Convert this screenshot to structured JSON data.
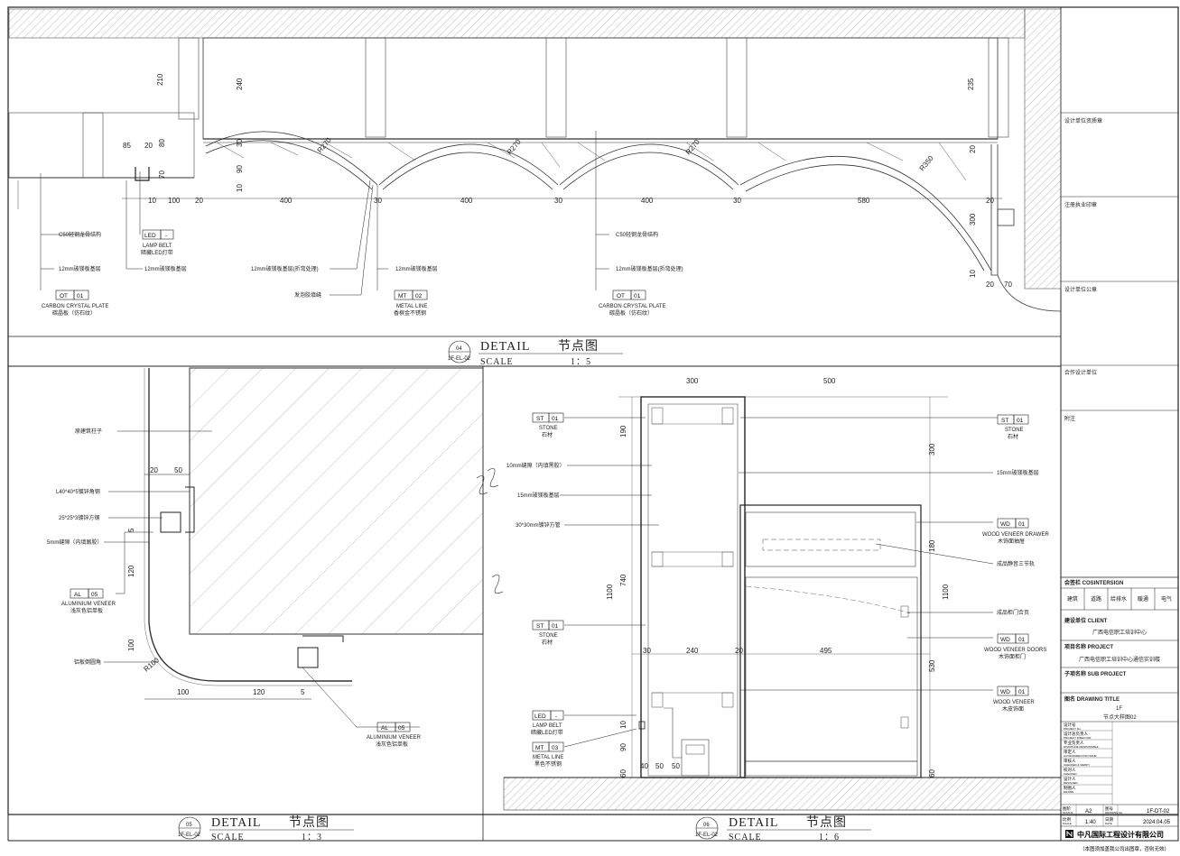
{
  "detail04": {
    "number": "04",
    "ref": "1F-EL-02",
    "title_en": "DETAIL",
    "title_cn": "节点图",
    "scale_label": "SCALE",
    "scale": "1：5",
    "dims_top": [
      "210",
      "240",
      "235"
    ],
    "dims_small": [
      "85",
      "20",
      "80",
      "70",
      "30",
      "90",
      "10",
      "10",
      "100",
      "20"
    ],
    "dims_spans": [
      "400",
      "30",
      "400",
      "30",
      "400",
      "30",
      "580",
      "20",
      "20",
      "70",
      "20",
      "10",
      "300"
    ],
    "radii": [
      "R270",
      "R270",
      "R270",
      "R350"
    ],
    "notes_left": [
      "C50轻钢龙骨结构",
      "12mm玻镁板基层"
    ],
    "tag_ot1": {
      "code": "OT",
      "num": "01",
      "name": "CARBON CRYSTAL PLATE",
      "cn": "碳晶板（仿石纹）"
    },
    "tag_led": {
      "code": "LED",
      "num": "-",
      "name": "LAMP BELT",
      "cn": "暗藏LED灯带"
    },
    "note_led_base": "12mm玻镁板基层",
    "note_bent1": "12mm玻镁板基层(折弯处理)",
    "note_foam": "发泡胶填缝",
    "note_base2": "12mm玻镁板基层",
    "tag_mt2": {
      "code": "MT",
      "num": "02",
      "name": "METAL LINE",
      "cn": "香槟金不锈钢"
    },
    "notes_mid": [
      "C50轻钢龙骨结构",
      "12mm玻镁板基层(折弯处理)"
    ],
    "tag_ot2": {
      "code": "OT",
      "num": "01",
      "name": "CARBON CRYSTAL PLATE",
      "cn": "碳晶板（仿石纹）"
    }
  },
  "detail05": {
    "number": "05",
    "ref": "1F-EL-02",
    "title_en": "DETAIL",
    "title_cn": "节点图",
    "scale_label": "SCALE",
    "scale": "1：3",
    "notes": [
      "原建筑柱子",
      "L40*40*5镀锌角钢",
      "25*25*3镀锌方钢",
      "5mm缝隙（内填屑胶）",
      "铝板倒圆角"
    ],
    "tag_al1": {
      "code": "AL",
      "num": "05",
      "name": "ALUMINIUM VENEER",
      "cn": "浅灰色铝单板"
    },
    "tag_al2": {
      "code": "AL",
      "num": "05",
      "name": "ALUMINIUM VENEER",
      "cn": "浅灰色铝单板"
    },
    "dims": [
      "20",
      "50",
      "5",
      "120",
      "100",
      "R100",
      "100",
      "120",
      "5"
    ]
  },
  "detail06": {
    "number": "06",
    "ref": "1F-EL-02",
    "title_en": "DETAIL",
    "title_cn": "节点图",
    "scale_label": "SCALE",
    "scale": "1：6",
    "dims_top": [
      "300",
      "500"
    ],
    "dims_left": [
      "190",
      "1100",
      "740",
      "10",
      "90",
      "60"
    ],
    "dims_right": [
      "300",
      "180",
      "1100",
      "530",
      "60"
    ],
    "dims_mid": [
      "30",
      "240",
      "20",
      "495"
    ],
    "dims_bottom": [
      "40",
      "50",
      "50"
    ],
    "tag_st1": {
      "code": "ST",
      "num": "01",
      "name": "STONE",
      "cn": "石材"
    },
    "notes_left": [
      "10mm缝隙（内填黑胶）",
      "15mm玻镁板基层",
      "30*30mm镀锌方管"
    ],
    "tag_st2": {
      "code": "ST",
      "num": "01",
      "name": "STONE",
      "cn": "石材"
    },
    "tag_led": {
      "code": "LED",
      "num": "-",
      "name": "LAMP BELT",
      "cn": "暗藏LED灯带"
    },
    "tag_mt3": {
      "code": "MT",
      "num": "03",
      "name": "METAL LINE",
      "cn": "黑色不锈钢"
    },
    "tag_st_r": {
      "code": "ST",
      "num": "01",
      "name": "STONE",
      "cn": "石材"
    },
    "note_r1": "15mm玻镁板基层",
    "tag_wd1": {
      "code": "WD",
      "num": "01",
      "name": "WOOD VENEER DRAWER",
      "cn": "木饰面抽屉"
    },
    "note_r2": "成品静音三节轨",
    "note_r3": "成品柜门合页",
    "tag_wd2": {
      "code": "WD",
      "num": "01",
      "name": "WOOD VENEER DOORS",
      "cn": "木饰面柜门"
    },
    "tag_wd3": {
      "code": "WD",
      "num": "01",
      "name": "WOOD VENEER",
      "cn": "木皮饰面"
    }
  },
  "titleblock": {
    "seal1": "设计单位资质章",
    "seal2": "注册执业印章",
    "seal3": "设计单位公章",
    "partner": "合作设计单位",
    "remarks": "附注",
    "cosign": "会签栏 COSINTERSIGN",
    "disciplines": [
      "建筑",
      "道路",
      "给排水",
      "暖通",
      "电气"
    ],
    "client_label": "建设单位 CLIENT",
    "client": "广西电信职工培训中心",
    "project_label": "项目名称 PROJECT",
    "project": "广西电信职工培训中心通信实训楼",
    "subproject_label": "子项名称 SUB PROJECT",
    "drawing_title_label": "图名 DRAWING TITLE",
    "drawing_title_1": "1F",
    "drawing_title_2": "节点大样图02",
    "roles": [
      {
        "cn": "设计号",
        "en": "PROJECT No."
      },
      {
        "cn": "设计总负责人",
        "en": "PROJECT DIRECTOR"
      },
      {
        "cn": "专业负责人",
        "en": "DISCIPLINE RESPONSIBLE"
      },
      {
        "cn": "审定人",
        "en": "AUTHORIZED FOR ISSUE"
      },
      {
        "cn": "审核人",
        "en": "CHECKED & VERIFY"
      },
      {
        "cn": "校对人",
        "en": "CHECKED"
      },
      {
        "cn": "设计人",
        "en": "DESIGNED"
      },
      {
        "cn": "制图人",
        "en": "DRAWN"
      }
    ],
    "stage_label": "图阶",
    "stage_en": "STATUS",
    "stage": "A2",
    "dwgno_label": "图号",
    "dwgno_en": "DRAWING No.",
    "dwgno": "1F-DT-02",
    "scale_label": "比例",
    "scale_en": "SCALE",
    "scale": "1:40",
    "date_label": "日期",
    "date_en": "DATE",
    "date": "2024.04.05",
    "company": "中凡国际工程设计有限公司",
    "footer": "（本图须加盖我公司出图章，否则无效）"
  }
}
